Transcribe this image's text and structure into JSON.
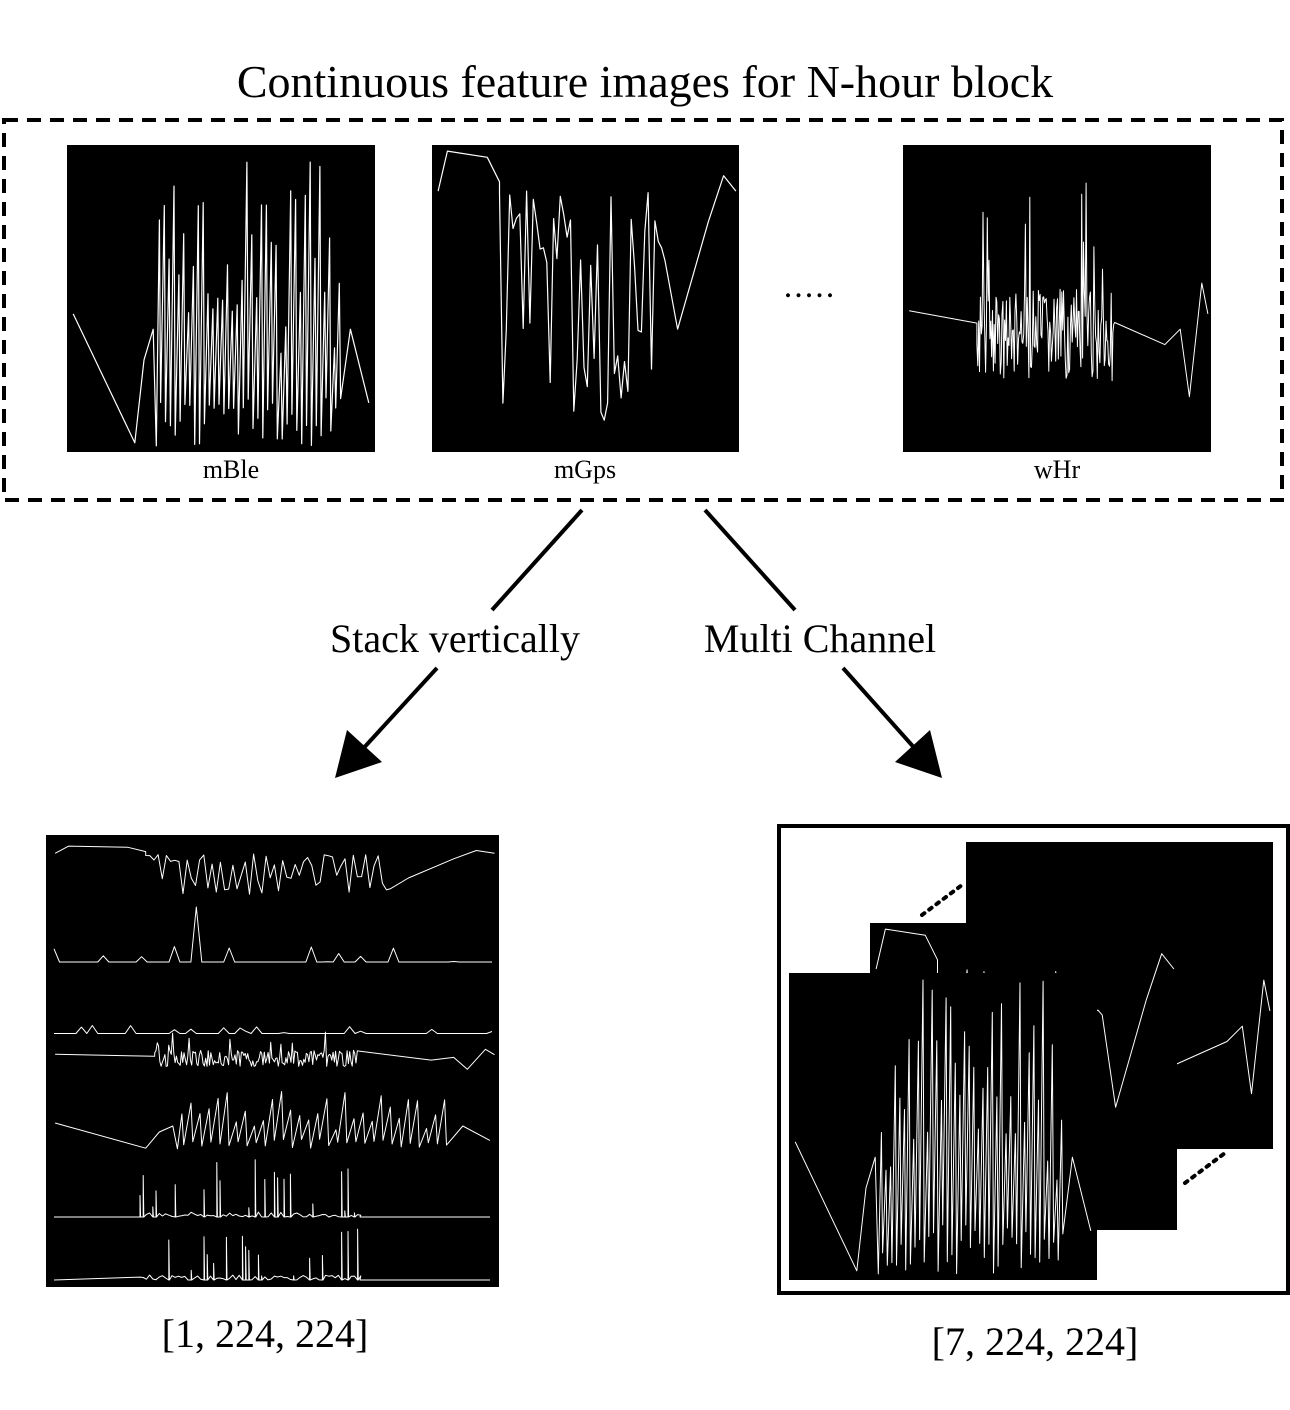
{
  "title": "Continuous feature images for N-hour block",
  "features": [
    {
      "name": "mBle"
    },
    {
      "name": "mGps"
    },
    {
      "name": "wHr"
    }
  ],
  "ellipsis": ".....",
  "branches": {
    "left": "Stack vertically",
    "right": "Multi Channel"
  },
  "outputs": {
    "stacked_shape": "[1, 224, 224]",
    "multichannel_shape": "[7, 224, 224]"
  },
  "colors": {
    "panel_bg": "#000000",
    "signal": "#ffffff",
    "page_bg": "#ffffff",
    "ink": "#000000"
  }
}
